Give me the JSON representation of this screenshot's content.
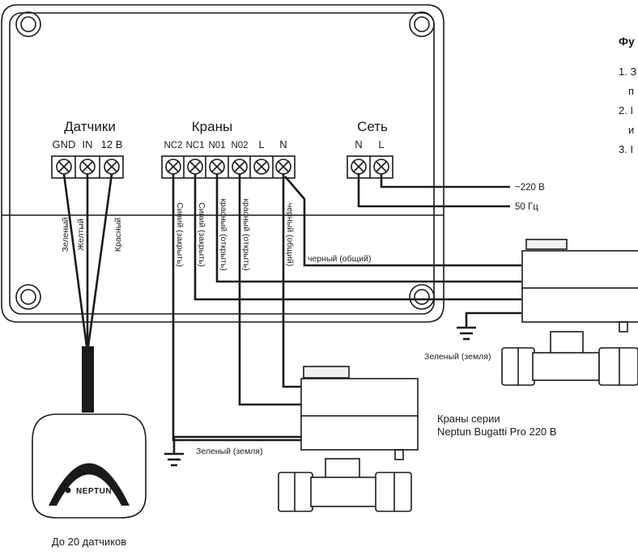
{
  "groups": {
    "sensors": "Датчики",
    "valves": "Краны",
    "power": "Сеть"
  },
  "terminals": {
    "sensors": [
      "GND",
      "IN",
      "12 В"
    ],
    "valves": [
      "NC2",
      "NC1",
      "N01",
      "N02",
      "L",
      "N"
    ],
    "power": [
      "N",
      "L"
    ]
  },
  "wire_labels": {
    "sensor_gnd": "Зеленый",
    "sensor_in": "Желтый",
    "sensor_12v": "Красный",
    "nc2": "Синий (закрыть)",
    "nc1": "Синий (закрыть)",
    "no1": "красный (открыть)",
    "no2": "красный (открыть)",
    "n": "черный (общий)",
    "n_right": "черный (общий)"
  },
  "power_labels": {
    "voltage": "~220 В",
    "frequency": "50 Гц"
  },
  "ground_labels": {
    "right": "Зеленый (земля)",
    "bottom": "Зеленый (земля)"
  },
  "valve_caption": {
    "line1": "Краны серии",
    "line2": "Neptun Bugatti Pro 220 В"
  },
  "sensor": {
    "logo": "NEPTUN",
    "caption": "До 20 датчиков"
  },
  "side_text": {
    "heading": "Фу",
    "items": [
      "1. З",
      "п",
      "2. I",
      "и",
      "3. I"
    ]
  }
}
